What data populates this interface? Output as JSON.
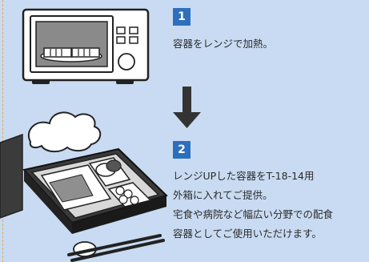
{
  "steps": [
    {
      "number": "1",
      "lines": [
        "容器をレンジで加熱。"
      ]
    },
    {
      "number": "2",
      "lines": [
        "レンジUPした容器をT-18-14用",
        "外箱に入れてご提供。",
        "宅食や病院など幅広い分野での配食",
        "容器としてご使用いただけます。"
      ]
    }
  ],
  "colors": {
    "background": "#c9dbf2",
    "badge": "#2d6fbd",
    "dashed_line": "#e7a94e",
    "arrow": "#333333"
  },
  "icons": [
    "microwave-icon",
    "arrow-down-icon",
    "steam-cloud-icon",
    "bento-tray-icon",
    "chopsticks-icon"
  ]
}
